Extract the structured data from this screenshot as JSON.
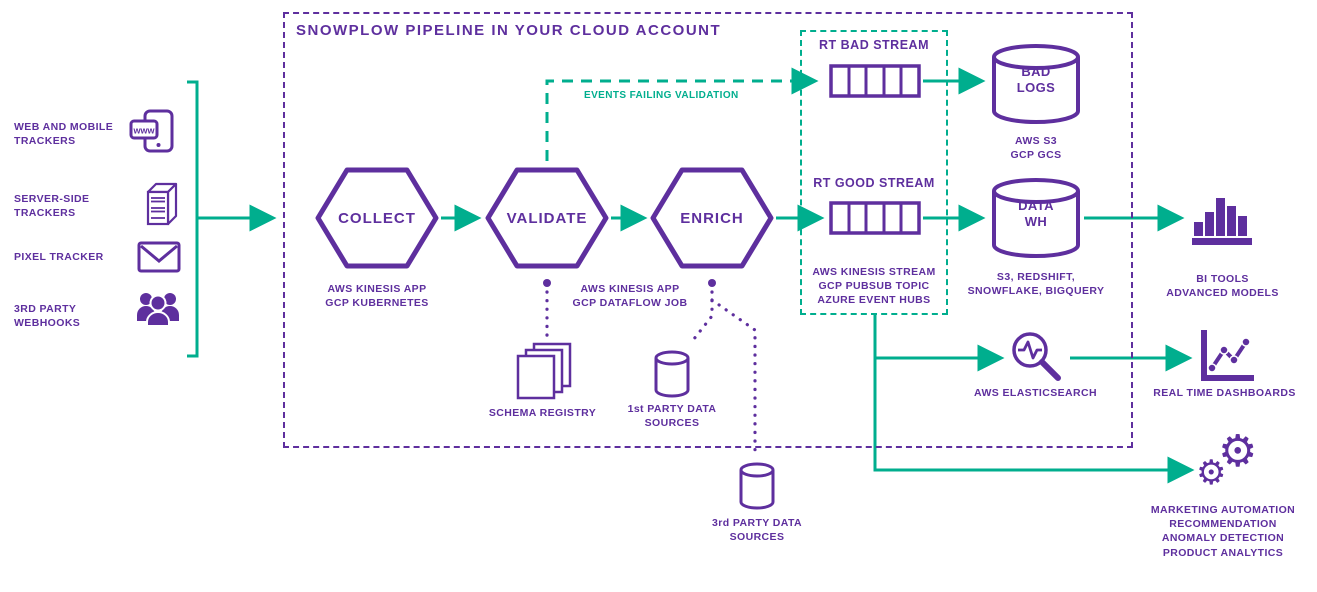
{
  "colors": {
    "purple": "#5E2F9E",
    "teal": "#00AE8E"
  },
  "title": "SNOWPLOW PIPELINE IN YOUR CLOUD ACCOUNT",
  "icons": {
    "gear": "⚙"
  },
  "sources": {
    "web_mobile": "WEB AND MOBILE\nTRACKERS",
    "server_side": "SERVER-SIDE\nTRACKERS",
    "pixel": "PIXEL TRACKER",
    "webhooks": "3RD PARTY\nWEBHOOKS",
    "www": "www"
  },
  "pipeline": {
    "collect": "COLLECT",
    "validate": "VALIDATE",
    "enrich": "ENRICH",
    "collect_sub": "AWS KINESIS APP\nGCP KUBERNETES",
    "enrich_sub": "AWS KINESIS APP\nGCP DATAFLOW JOB",
    "failing_label": "EVENTS FAILING VALIDATION"
  },
  "streams": {
    "bad": "RT BAD STREAM",
    "good": "RT GOOD STREAM",
    "caption": "AWS KINESIS STREAM\nGCP PUBSUB TOPIC\nAZURE EVENT HUBS"
  },
  "registry": {
    "schema": "SCHEMA REGISTRY",
    "first_party": "1st PARTY DATA\nSOURCES",
    "third_party": "3rd PARTY DATA\nSOURCES"
  },
  "storage": {
    "bad_logs": "BAD\nLOGS",
    "bad_logs_sub": "AWS S3\nGCP GCS",
    "data_wh": "DATA\nWH",
    "data_wh_sub": "S3, REDSHIFT,\nSNOWFLAKE, BIGQUERY"
  },
  "outputs": {
    "bi": "BI TOOLS\nADVANCED MODELS",
    "elasticsearch": "AWS ELASTICSEARCH",
    "dashboards": "REAL TIME DASHBOARDS",
    "automation": "MARKETING AUTOMATION\nRECOMMENDATION\nANOMALY DETECTION\nPRODUCT ANALYTICS"
  }
}
